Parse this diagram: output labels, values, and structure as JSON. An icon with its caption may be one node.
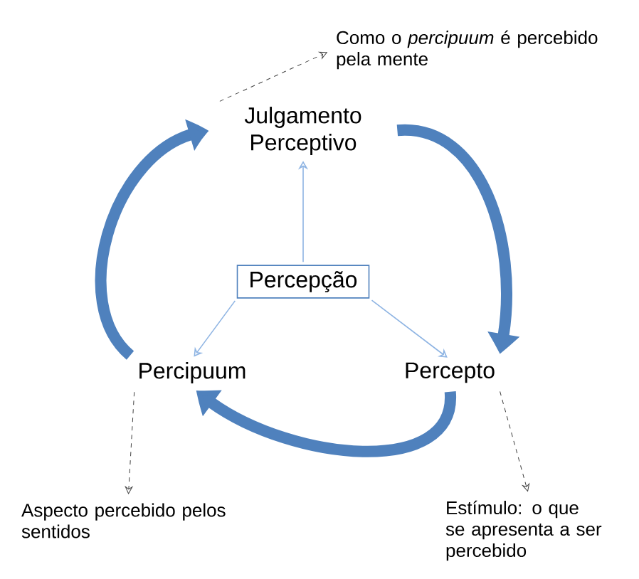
{
  "diagram": {
    "nodes": [
      {
        "text": [
          "Julgamento Perceptivo"
        ]
      },
      {
        "text": [
          "Percepção"
        ]
      },
      {
        "text": [
          "Percipuum"
        ]
      },
      {
        "text": [
          "Percepto"
        ]
      },
      {
        "text": [
          "Como o *percipuum* é percebido pela mente"
        ]
      },
      {
        "text": [
          "Aspecto percebido pelos sentidos"
        ]
      },
      {
        "text": [
          "Estímulo: o que se apresenta a ser percebido"
        ]
      }
    ],
    "edges": [
      {
        "from": 1,
        "to": 0,
        "arrow": "to",
        "color": "#8eb4e3"
      },
      {
        "from": 1,
        "to": 2,
        "arrow": "to",
        "color": "#8eb4e3"
      },
      {
        "from": 1,
        "to": 3,
        "arrow": "to",
        "color": "#8eb4e3"
      },
      {
        "from": 0,
        "to": 3,
        "arrow": "to",
        "style": "thick",
        "color": "#4f81bd"
      },
      {
        "from": 3,
        "to": 2,
        "arrow": "to",
        "style": "thick",
        "color": "#4f81bd"
      },
      {
        "from": 2,
        "to": 0,
        "arrow": "to",
        "style": "thick",
        "color": "#4f81bd"
      },
      {
        "from": 0,
        "to": 4,
        "arrow": "to",
        "style": "dashed",
        "color": "#404040"
      },
      {
        "from": 2,
        "to": 5,
        "arrow": "to",
        "style": "dashed",
        "color": "#404040"
      },
      {
        "from": 3,
        "to": 6,
        "arrow": "to",
        "style": "dashed",
        "color": "#404040"
      }
    ]
  }
}
